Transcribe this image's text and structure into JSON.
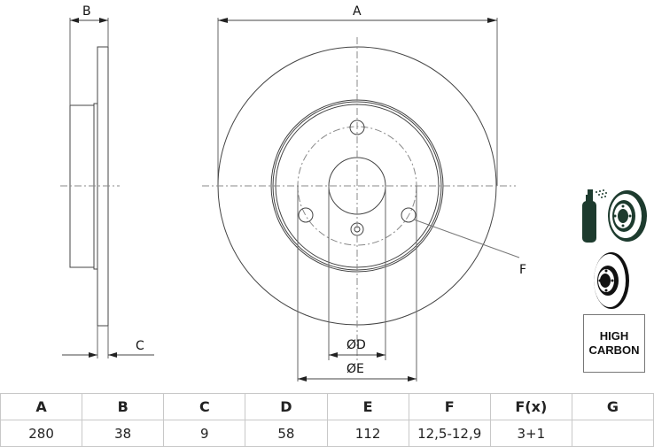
{
  "drawing": {
    "side_view": {
      "dim_B_label": "B",
      "dim_C_label": "C"
    },
    "front_view": {
      "dim_A_label": "A",
      "dim_D_label": "ØD",
      "dim_E_label": "ØE",
      "callout_F_label": "F"
    }
  },
  "badges": {
    "coated_icon": "spray-coated-disc-icon",
    "disc_icon": "brake-disc-icon",
    "material_line1": "HIGH",
    "material_line2": "CARBON"
  },
  "spec_table": {
    "headers": [
      "A",
      "B",
      "C",
      "D",
      "E",
      "F",
      "F(x)",
      "G"
    ],
    "values": [
      "280",
      "38",
      "9",
      "58",
      "112",
      "12,5-12,9",
      "3+1",
      ""
    ]
  }
}
